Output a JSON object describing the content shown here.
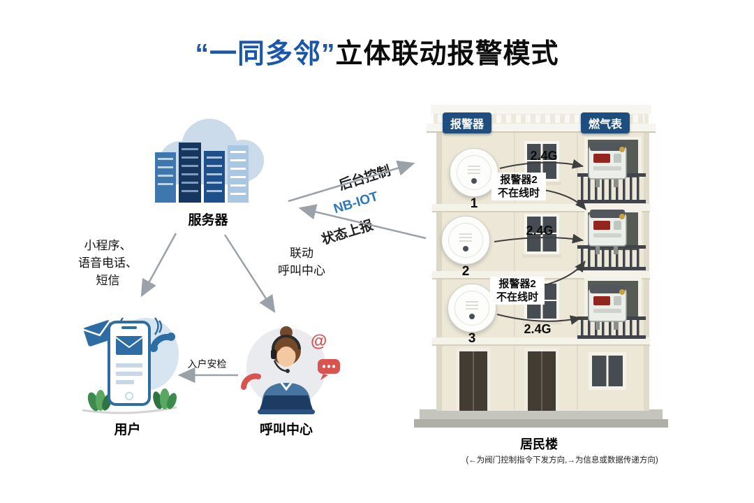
{
  "title": {
    "highlight": "“一同多邻”",
    "rest": "立体联动报警模式"
  },
  "colors": {
    "accent_blue": "#1a57a8",
    "nbiot_blue": "#2e78b8",
    "badge_blue": "#1d4e7f"
  },
  "server": {
    "label": "服务器"
  },
  "flows": {
    "backend_control": "后台控制",
    "nbiot": "NB-IOT",
    "status_report": "状态上报",
    "notify_line1": "小程序、",
    "notify_line2": "语音电话、",
    "notify_line3": "短信",
    "linkage_line1": "联动",
    "linkage_line2": "呼叫中心",
    "home_inspection": "入户安检"
  },
  "user": {
    "label": "用户"
  },
  "call_center": {
    "label": "呼叫中心"
  },
  "building": {
    "label": "居民楼",
    "alarm_badge": "报警器",
    "meter_badge": "燃气表",
    "footnote": "(←为阀门控制指令下发方向,→为信息或数据传递方向)",
    "fallback_line1": "报警器2",
    "fallback_line2": "不在线时",
    "floors": [
      {
        "alarm_no": "1",
        "link": "2.4G"
      },
      {
        "alarm_no": "2",
        "link": "2.4G"
      },
      {
        "alarm_no": "3",
        "link": "2.4G"
      }
    ]
  }
}
